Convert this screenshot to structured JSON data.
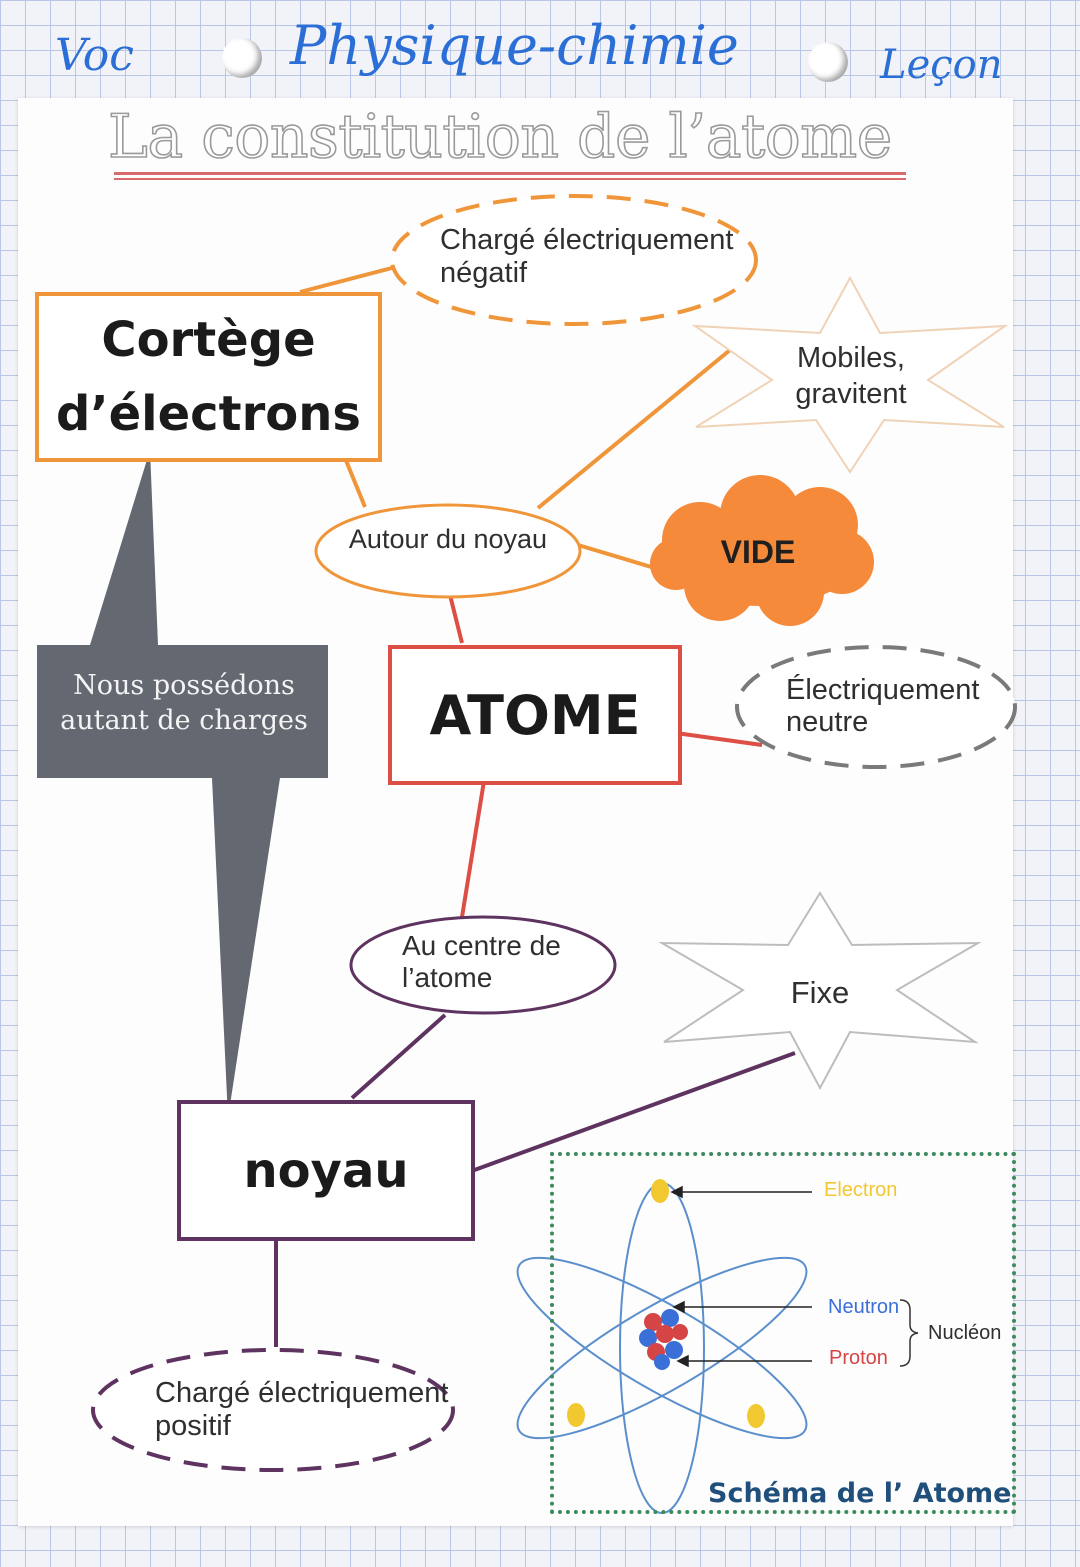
{
  "header": {
    "voc": "Voc",
    "subject": "Physique-chimie",
    "lesson": "Leçon"
  },
  "title": "La constitution de l’atome",
  "nodes": {
    "cortege": {
      "line1": "Cortège",
      "line2": "d’électrons"
    },
    "atome": "ATOME",
    "noyau": "noyau",
    "charge_negatif": {
      "line1": "Chargé électriquement",
      "line2": "négatif"
    },
    "mobiles": {
      "line1": "Mobiles,",
      "line2": "gravitent"
    },
    "autour": "Autour du noyau",
    "vide": "VIDE",
    "neutre": {
      "line1": "Électriquement",
      "line2": "neutre"
    },
    "centre": {
      "line1": "Au centre de",
      "line2": "l’atome"
    },
    "fixe": "Fixe",
    "charge_positif": {
      "line1": "Chargé électriquement",
      "line2": "positif"
    },
    "callout": {
      "line1": "Nous possédons",
      "line2": "autant de charges"
    }
  },
  "schema": {
    "electron": "Electron",
    "neutron": "Neutron",
    "proton": "Proton",
    "nucleon": "Nucléon",
    "caption": "Schéma de l’ Atome"
  },
  "colors": {
    "orange": "#f0963a",
    "red": "#dd4f45",
    "purple": "#5e3360",
    "callout": "#636871",
    "cloud": "#f58a3a",
    "electron": "#f2c830",
    "neutron": "#3a6fd8",
    "proton": "#d64545",
    "orbit": "#5b8fcc"
  }
}
